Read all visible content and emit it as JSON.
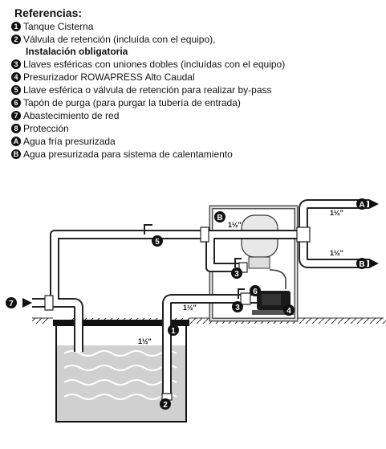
{
  "legend": {
    "title": "Referencias:",
    "items": [
      {
        "badge": "1",
        "text": "Tanque Cisterna"
      },
      {
        "badge": "2",
        "text": "Válvula de retención (incluída con el equipo),"
      },
      {
        "badge": "3",
        "text": "Llaves esféricas con uniones dobles (incluídas con el equipo)"
      },
      {
        "badge": "4",
        "text": "Presurizador ROWAPRESS Alto Caudal"
      },
      {
        "badge": "5",
        "text": "Llave esférica o válvula de retención para realizar by-pass"
      },
      {
        "badge": "6",
        "text": "Tapón de purga (para purgar la tubería de entrada)"
      },
      {
        "badge": "7",
        "text": "Abastecimiento de red"
      },
      {
        "badge": "8",
        "text": "Protección"
      },
      {
        "badge": "A",
        "text": "Agua fría presurizada"
      },
      {
        "badge": "B",
        "text": "Agua presurizada para sistema de calentamiento"
      }
    ],
    "item2_sub": "Instalación obligatoria"
  },
  "diagram": {
    "pipe_size_labels": {
      "top_out": "1½\"",
      "bottom_out": "1½\"",
      "tank_frame": "1½\"",
      "suction": "1½\"",
      "tank_inside": "1½\""
    },
    "callouts": {
      "c1": "1",
      "c2": "2",
      "c3a": "3",
      "c3b": "3",
      "c4": "4",
      "c5": "5",
      "c6": "6",
      "c7": "7",
      "cA": "A",
      "cB_out": "B",
      "cB_frame": "B"
    }
  }
}
